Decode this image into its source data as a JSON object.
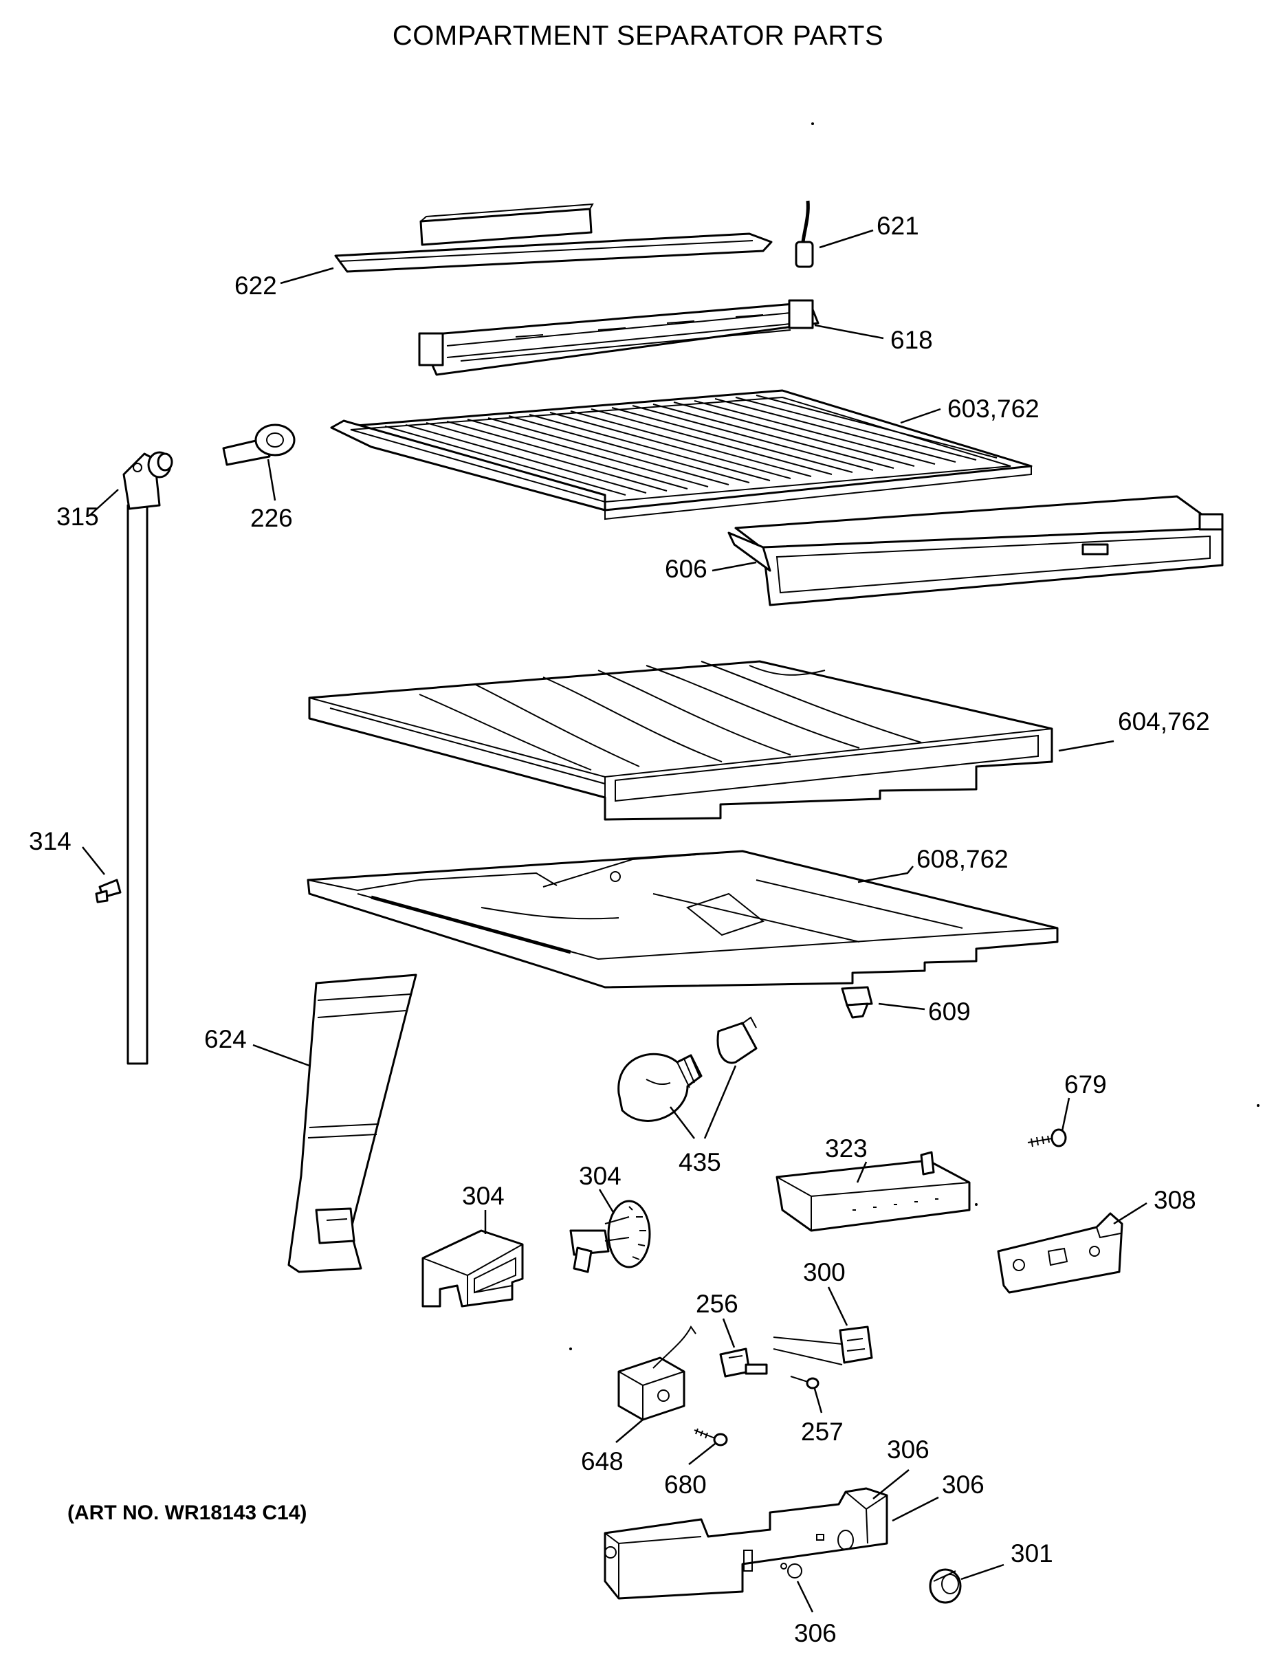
{
  "title": "COMPARTMENT SEPARATOR PARTS",
  "art_number": "(ART NO. WR18143 C14)",
  "callouts": {
    "c621": "621",
    "c622": "622",
    "c618": "618",
    "c603": "603,762",
    "c315": "315",
    "c226": "226",
    "c606": "606",
    "c604": "604,762",
    "c314": "314",
    "c608": "608,762",
    "c609": "609",
    "c624": "624",
    "c679": "679",
    "c323": "323",
    "c435": "435",
    "c304a": "304",
    "c304b": "304",
    "c308": "308",
    "c256": "256",
    "c300": "300",
    "c257": "257",
    "c648": "648",
    "c680": "680",
    "c306a": "306",
    "c306b": "306",
    "c306c": "306",
    "c301": "301"
  }
}
